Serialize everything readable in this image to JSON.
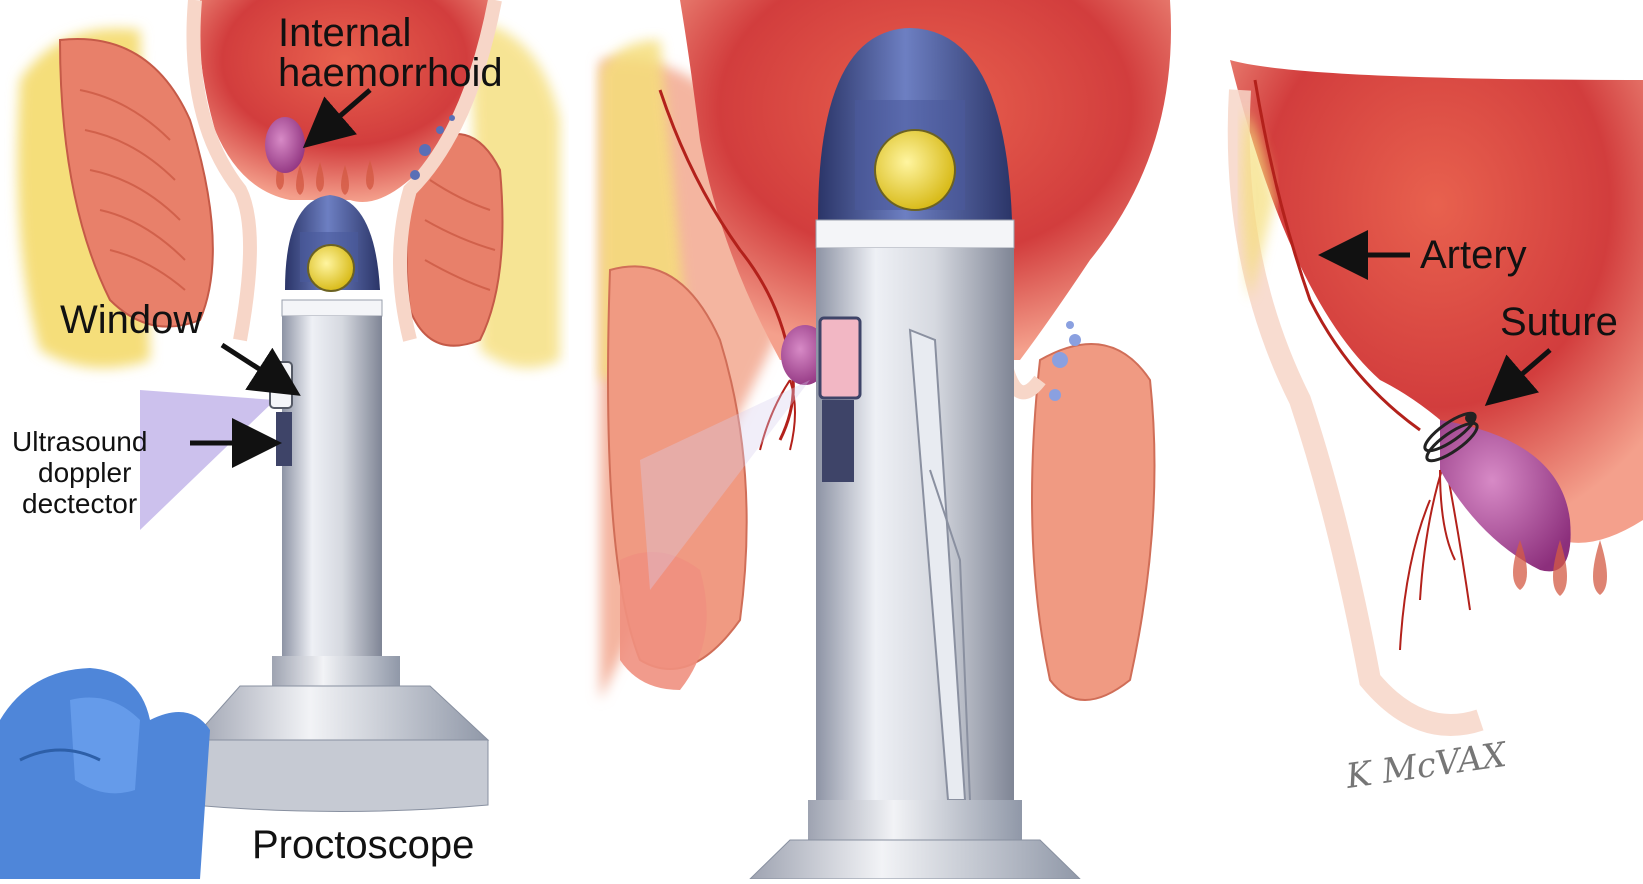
{
  "labels": {
    "internal_haemorrhoid_line1": "Internal",
    "internal_haemorrhoid_line2": "haemorrhoid",
    "window": "Window",
    "ultrasound_line1": "Ultrasound",
    "ultrasound_line2": "doppler",
    "ultrasound_line3": "dectector",
    "proctoscope": "Proctoscope",
    "artery": "Artery",
    "suture": "Suture"
  },
  "signature": "K McVAX",
  "colors": {
    "rectal_mucosa": "#d94a4a",
    "tissue_pink": "#f2a58e",
    "muscle": "#e8806a",
    "fat": "#f5de7a",
    "haemorrhoid": "#b8509f",
    "artery": "#b3211b",
    "glove": "#4f86d9",
    "doppler_beam": "#b7a6e6",
    "scope_body": "#d6d9e0",
    "scope_dome": "#3a4a86",
    "scope_lens": "#f0dc3a",
    "label_text": "#111111"
  }
}
